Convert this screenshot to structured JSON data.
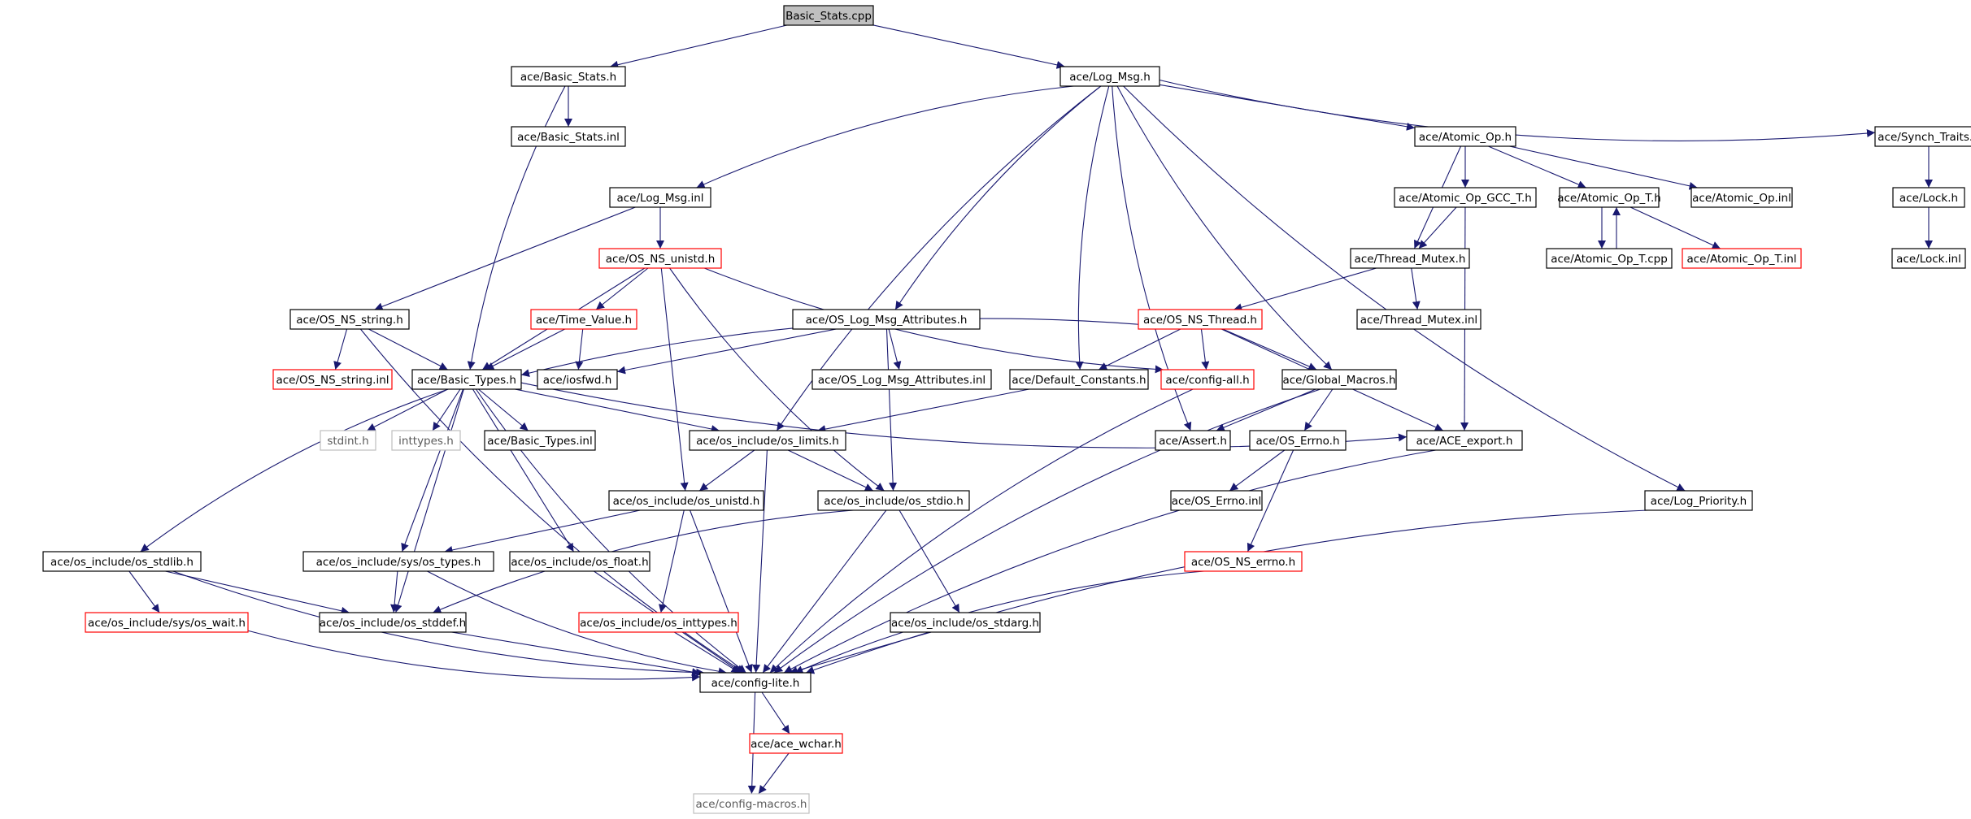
{
  "colors": {
    "edge": "#191970",
    "border_normal": "#000000",
    "border_truncated": "#ff0000",
    "border_external": "#bfbfbf",
    "root_fill": "#bfbfbf",
    "fill": "#ffffff"
  },
  "nodes": [
    {
      "id": "n0",
      "label": "Basic_Stats.cpp",
      "style": "root"
    },
    {
      "id": "n1",
      "label": "ace/Basic_Stats.h",
      "style": "normal"
    },
    {
      "id": "n2",
      "label": "ace/Log_Msg.h",
      "style": "normal"
    },
    {
      "id": "n3",
      "label": "ace/Basic_Stats.inl",
      "style": "normal"
    },
    {
      "id": "n4",
      "label": "ace/Log_Msg.inl",
      "style": "normal"
    },
    {
      "id": "n5",
      "label": "ace/Atomic_Op.h",
      "style": "normal"
    },
    {
      "id": "n6",
      "label": "ace/Synch_Traits.h",
      "style": "normal"
    },
    {
      "id": "n7",
      "label": "ace/Atomic_Op_GCC_T.h",
      "style": "normal"
    },
    {
      "id": "n8",
      "label": "ace/Atomic_Op_T.h",
      "style": "normal"
    },
    {
      "id": "n9",
      "label": "ace/Atomic_Op.inl",
      "style": "normal"
    },
    {
      "id": "n10",
      "label": "ace/Lock.h",
      "style": "normal"
    },
    {
      "id": "n11",
      "label": "ace/OS_NS_unistd.h",
      "style": "truncated"
    },
    {
      "id": "n12",
      "label": "ace/Thread_Mutex.h",
      "style": "normal"
    },
    {
      "id": "n13",
      "label": "ace/Atomic_Op_T.cpp",
      "style": "normal"
    },
    {
      "id": "n14",
      "label": "ace/Atomic_Op_T.inl",
      "style": "truncated"
    },
    {
      "id": "n15",
      "label": "ace/Lock.inl",
      "style": "normal"
    },
    {
      "id": "n16",
      "label": "ace/OS_NS_string.h",
      "style": "normal"
    },
    {
      "id": "n17",
      "label": "ace/Time_Value.h",
      "style": "truncated"
    },
    {
      "id": "n18",
      "label": "ace/OS_Log_Msg_Attributes.h",
      "style": "normal"
    },
    {
      "id": "n19",
      "label": "ace/OS_NS_Thread.h",
      "style": "truncated"
    },
    {
      "id": "n20",
      "label": "ace/Thread_Mutex.inl",
      "style": "normal"
    },
    {
      "id": "n21",
      "label": "ace/OS_NS_string.inl",
      "style": "truncated"
    },
    {
      "id": "n22",
      "label": "ace/Basic_Types.h",
      "style": "normal"
    },
    {
      "id": "n23",
      "label": "ace/iosfwd.h",
      "style": "normal"
    },
    {
      "id": "n24",
      "label": "ace/OS_Log_Msg_Attributes.inl",
      "style": "normal"
    },
    {
      "id": "n25",
      "label": "ace/Default_Constants.h",
      "style": "normal"
    },
    {
      "id": "n26",
      "label": "ace/config-all.h",
      "style": "truncated"
    },
    {
      "id": "n27",
      "label": "ace/Global_Macros.h",
      "style": "normal"
    },
    {
      "id": "n28",
      "label": "stdint.h",
      "style": "external"
    },
    {
      "id": "n29",
      "label": "inttypes.h",
      "style": "external"
    },
    {
      "id": "n30",
      "label": "ace/Basic_Types.inl",
      "style": "normal"
    },
    {
      "id": "n31",
      "label": "ace/os_include/os_limits.h",
      "style": "normal"
    },
    {
      "id": "n32",
      "label": "ace/Assert.h",
      "style": "normal"
    },
    {
      "id": "n33",
      "label": "ace/OS_Errno.h",
      "style": "normal"
    },
    {
      "id": "n34",
      "label": "ace/ACE_export.h",
      "style": "normal"
    },
    {
      "id": "n35",
      "label": "ace/os_include/os_unistd.h",
      "style": "normal"
    },
    {
      "id": "n36",
      "label": "ace/os_include/os_stdio.h",
      "style": "normal"
    },
    {
      "id": "n37",
      "label": "ace/OS_Errno.inl",
      "style": "normal"
    },
    {
      "id": "n38",
      "label": "ace/Log_Priority.h",
      "style": "normal"
    },
    {
      "id": "n39",
      "label": "ace/os_include/os_stdlib.h",
      "style": "normal"
    },
    {
      "id": "n40",
      "label": "ace/os_include/sys/os_types.h",
      "style": "normal"
    },
    {
      "id": "n41",
      "label": "ace/os_include/os_float.h",
      "style": "normal"
    },
    {
      "id": "n42",
      "label": "ace/OS_NS_errno.h",
      "style": "truncated"
    },
    {
      "id": "n43",
      "label": "ace/os_include/sys/os_wait.h",
      "style": "truncated"
    },
    {
      "id": "n44",
      "label": "ace/os_include/os_stddef.h",
      "style": "normal"
    },
    {
      "id": "n45",
      "label": "ace/os_include/os_inttypes.h",
      "style": "truncated"
    },
    {
      "id": "n46",
      "label": "ace/os_include/os_stdarg.h",
      "style": "normal"
    },
    {
      "id": "n47",
      "label": "ace/config-lite.h",
      "style": "normal"
    },
    {
      "id": "n48",
      "label": "ace/ace_wchar.h",
      "style": "truncated"
    },
    {
      "id": "n49",
      "label": "ace/config-macros.h",
      "style": "external"
    }
  ],
  "edges": [
    [
      "n0",
      "n1"
    ],
    [
      "n0",
      "n2"
    ],
    [
      "n1",
      "n3"
    ],
    [
      "n1",
      "n22"
    ],
    [
      "n2",
      "n4"
    ],
    [
      "n2",
      "n5"
    ],
    [
      "n2",
      "n6"
    ],
    [
      "n2",
      "n31"
    ],
    [
      "n2",
      "n18"
    ],
    [
      "n2",
      "n25"
    ],
    [
      "n2",
      "n32"
    ],
    [
      "n2",
      "n27"
    ],
    [
      "n2",
      "n38"
    ],
    [
      "n4",
      "n11"
    ],
    [
      "n4",
      "n16"
    ],
    [
      "n5",
      "n7"
    ],
    [
      "n5",
      "n8"
    ],
    [
      "n5",
      "n9"
    ],
    [
      "n5",
      "n12"
    ],
    [
      "n6",
      "n10"
    ],
    [
      "n10",
      "n15"
    ],
    [
      "n7",
      "n12"
    ],
    [
      "n7",
      "n34"
    ],
    [
      "n8",
      "n13"
    ],
    [
      "n13",
      "n8"
    ],
    [
      "n8",
      "n14"
    ],
    [
      "n11",
      "n17"
    ],
    [
      "n11",
      "n22"
    ],
    [
      "n11",
      "n26"
    ],
    [
      "n11",
      "n35"
    ],
    [
      "n11",
      "n36"
    ],
    [
      "n12",
      "n19"
    ],
    [
      "n12",
      "n20"
    ],
    [
      "n16",
      "n21"
    ],
    [
      "n16",
      "n22"
    ],
    [
      "n16",
      "n47"
    ],
    [
      "n17",
      "n22"
    ],
    [
      "n17",
      "n23"
    ],
    [
      "n18",
      "n23"
    ],
    [
      "n18",
      "n24"
    ],
    [
      "n18",
      "n36"
    ],
    [
      "n19",
      "n22"
    ],
    [
      "n19",
      "n25"
    ],
    [
      "n19",
      "n26"
    ],
    [
      "n19",
      "n27"
    ],
    [
      "n19",
      "n34"
    ],
    [
      "n22",
      "n28"
    ],
    [
      "n22",
      "n29"
    ],
    [
      "n22",
      "n30"
    ],
    [
      "n22",
      "n31"
    ],
    [
      "n22",
      "n34"
    ],
    [
      "n22",
      "n39"
    ],
    [
      "n22",
      "n40"
    ],
    [
      "n22",
      "n41"
    ],
    [
      "n22",
      "n44"
    ],
    [
      "n22",
      "n47"
    ],
    [
      "n25",
      "n31"
    ],
    [
      "n26",
      "n47"
    ],
    [
      "n27",
      "n32"
    ],
    [
      "n27",
      "n33"
    ],
    [
      "n27",
      "n47"
    ],
    [
      "n31",
      "n35"
    ],
    [
      "n31",
      "n36"
    ],
    [
      "n31",
      "n47"
    ],
    [
      "n33",
      "n37"
    ],
    [
      "n33",
      "n42"
    ],
    [
      "n34",
      "n47"
    ],
    [
      "n35",
      "n40"
    ],
    [
      "n35",
      "n45"
    ],
    [
      "n35",
      "n47"
    ],
    [
      "n36",
      "n44"
    ],
    [
      "n36",
      "n46"
    ],
    [
      "n36",
      "n47"
    ],
    [
      "n38",
      "n47"
    ],
    [
      "n39",
      "n43"
    ],
    [
      "n39",
      "n44"
    ],
    [
      "n39",
      "n47"
    ],
    [
      "n40",
      "n44"
    ],
    [
      "n40",
      "n47"
    ],
    [
      "n41",
      "n47"
    ],
    [
      "n42",
      "n47"
    ],
    [
      "n43",
      "n47"
    ],
    [
      "n44",
      "n47"
    ],
    [
      "n45",
      "n47"
    ],
    [
      "n46",
      "n47"
    ],
    [
      "n47",
      "n48"
    ],
    [
      "n47",
      "n49"
    ],
    [
      "n48",
      "n49"
    ]
  ]
}
